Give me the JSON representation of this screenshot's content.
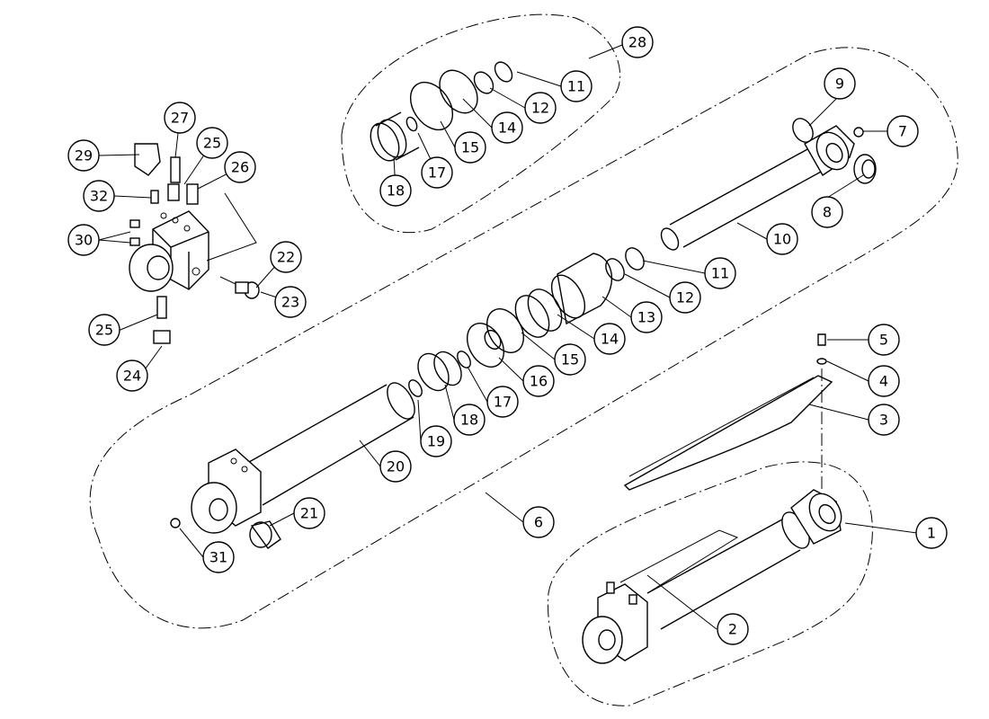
{
  "callouts": {
    "c1": "1",
    "c2": "2",
    "c3": "3",
    "c4": "4",
    "c5": "5",
    "c6": "6",
    "c7": "7",
    "c8": "8",
    "c9": "9",
    "c10": "10",
    "c11a": "11",
    "c11b": "11",
    "c12a": "12",
    "c12b": "12",
    "c13": "13",
    "c14a": "14",
    "c14b": "14",
    "c15a": "15",
    "c15b": "15",
    "c16": "16",
    "c17a": "17",
    "c17b": "17",
    "c18a": "18",
    "c18b": "18",
    "c19": "19",
    "c20": "20",
    "c21": "21",
    "c22": "22",
    "c23": "23",
    "c24": "24",
    "c25a": "25",
    "c25b": "25",
    "c26": "26",
    "c27": "27",
    "c28": "28",
    "c29": "29",
    "c30": "30",
    "c31": "31",
    "c32": "32"
  }
}
